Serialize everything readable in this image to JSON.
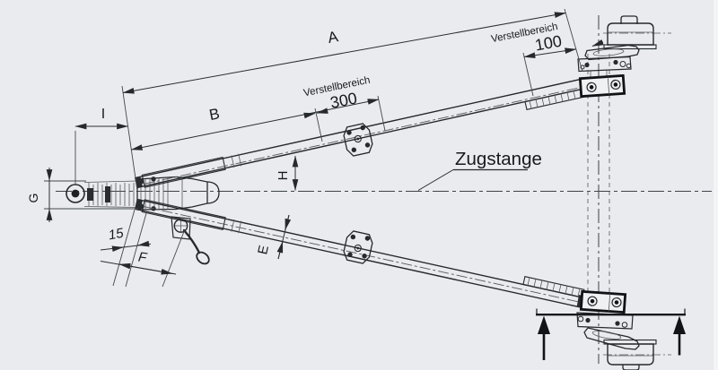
{
  "drawing": {
    "part_callout": "Zugstange",
    "dim_labels": {
      "a": "A",
      "b": "B",
      "e": "E",
      "f": "F",
      "g": "G",
      "h": "H",
      "i": "I",
      "offset_15": "15"
    },
    "adjustment_ranges": {
      "label": "Verstellbereich",
      "mid_value": "300",
      "rear_value": "100"
    },
    "colors": {
      "background": "#e9ebee",
      "line": "#26292c",
      "dim_line": "#2b2e31",
      "steel_fill": "#b4b9bf",
      "steel_dark": "#9aa0a6",
      "plate_fill": "#c9cdd2",
      "bracket_fill": "#f0f1f3",
      "text": "#17191b"
    }
  }
}
